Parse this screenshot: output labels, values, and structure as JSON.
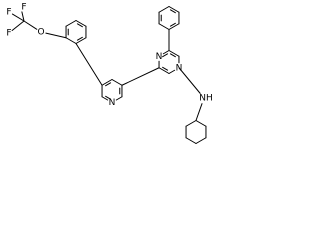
{
  "diagram": {
    "type": "chemical-structure",
    "atom_labels": {
      "fluorine_top": "F",
      "fluorine_left": "F",
      "fluorine_bottom": "F",
      "ether_oxygen": "O",
      "pyrimidine_n_top": "N",
      "pyrimidine_n_bottom": "N",
      "pyridine_n": "N",
      "amine_nh": "NH"
    },
    "colors": {
      "bond": "#000000",
      "label": "#000000",
      "background": "#ffffff"
    }
  }
}
